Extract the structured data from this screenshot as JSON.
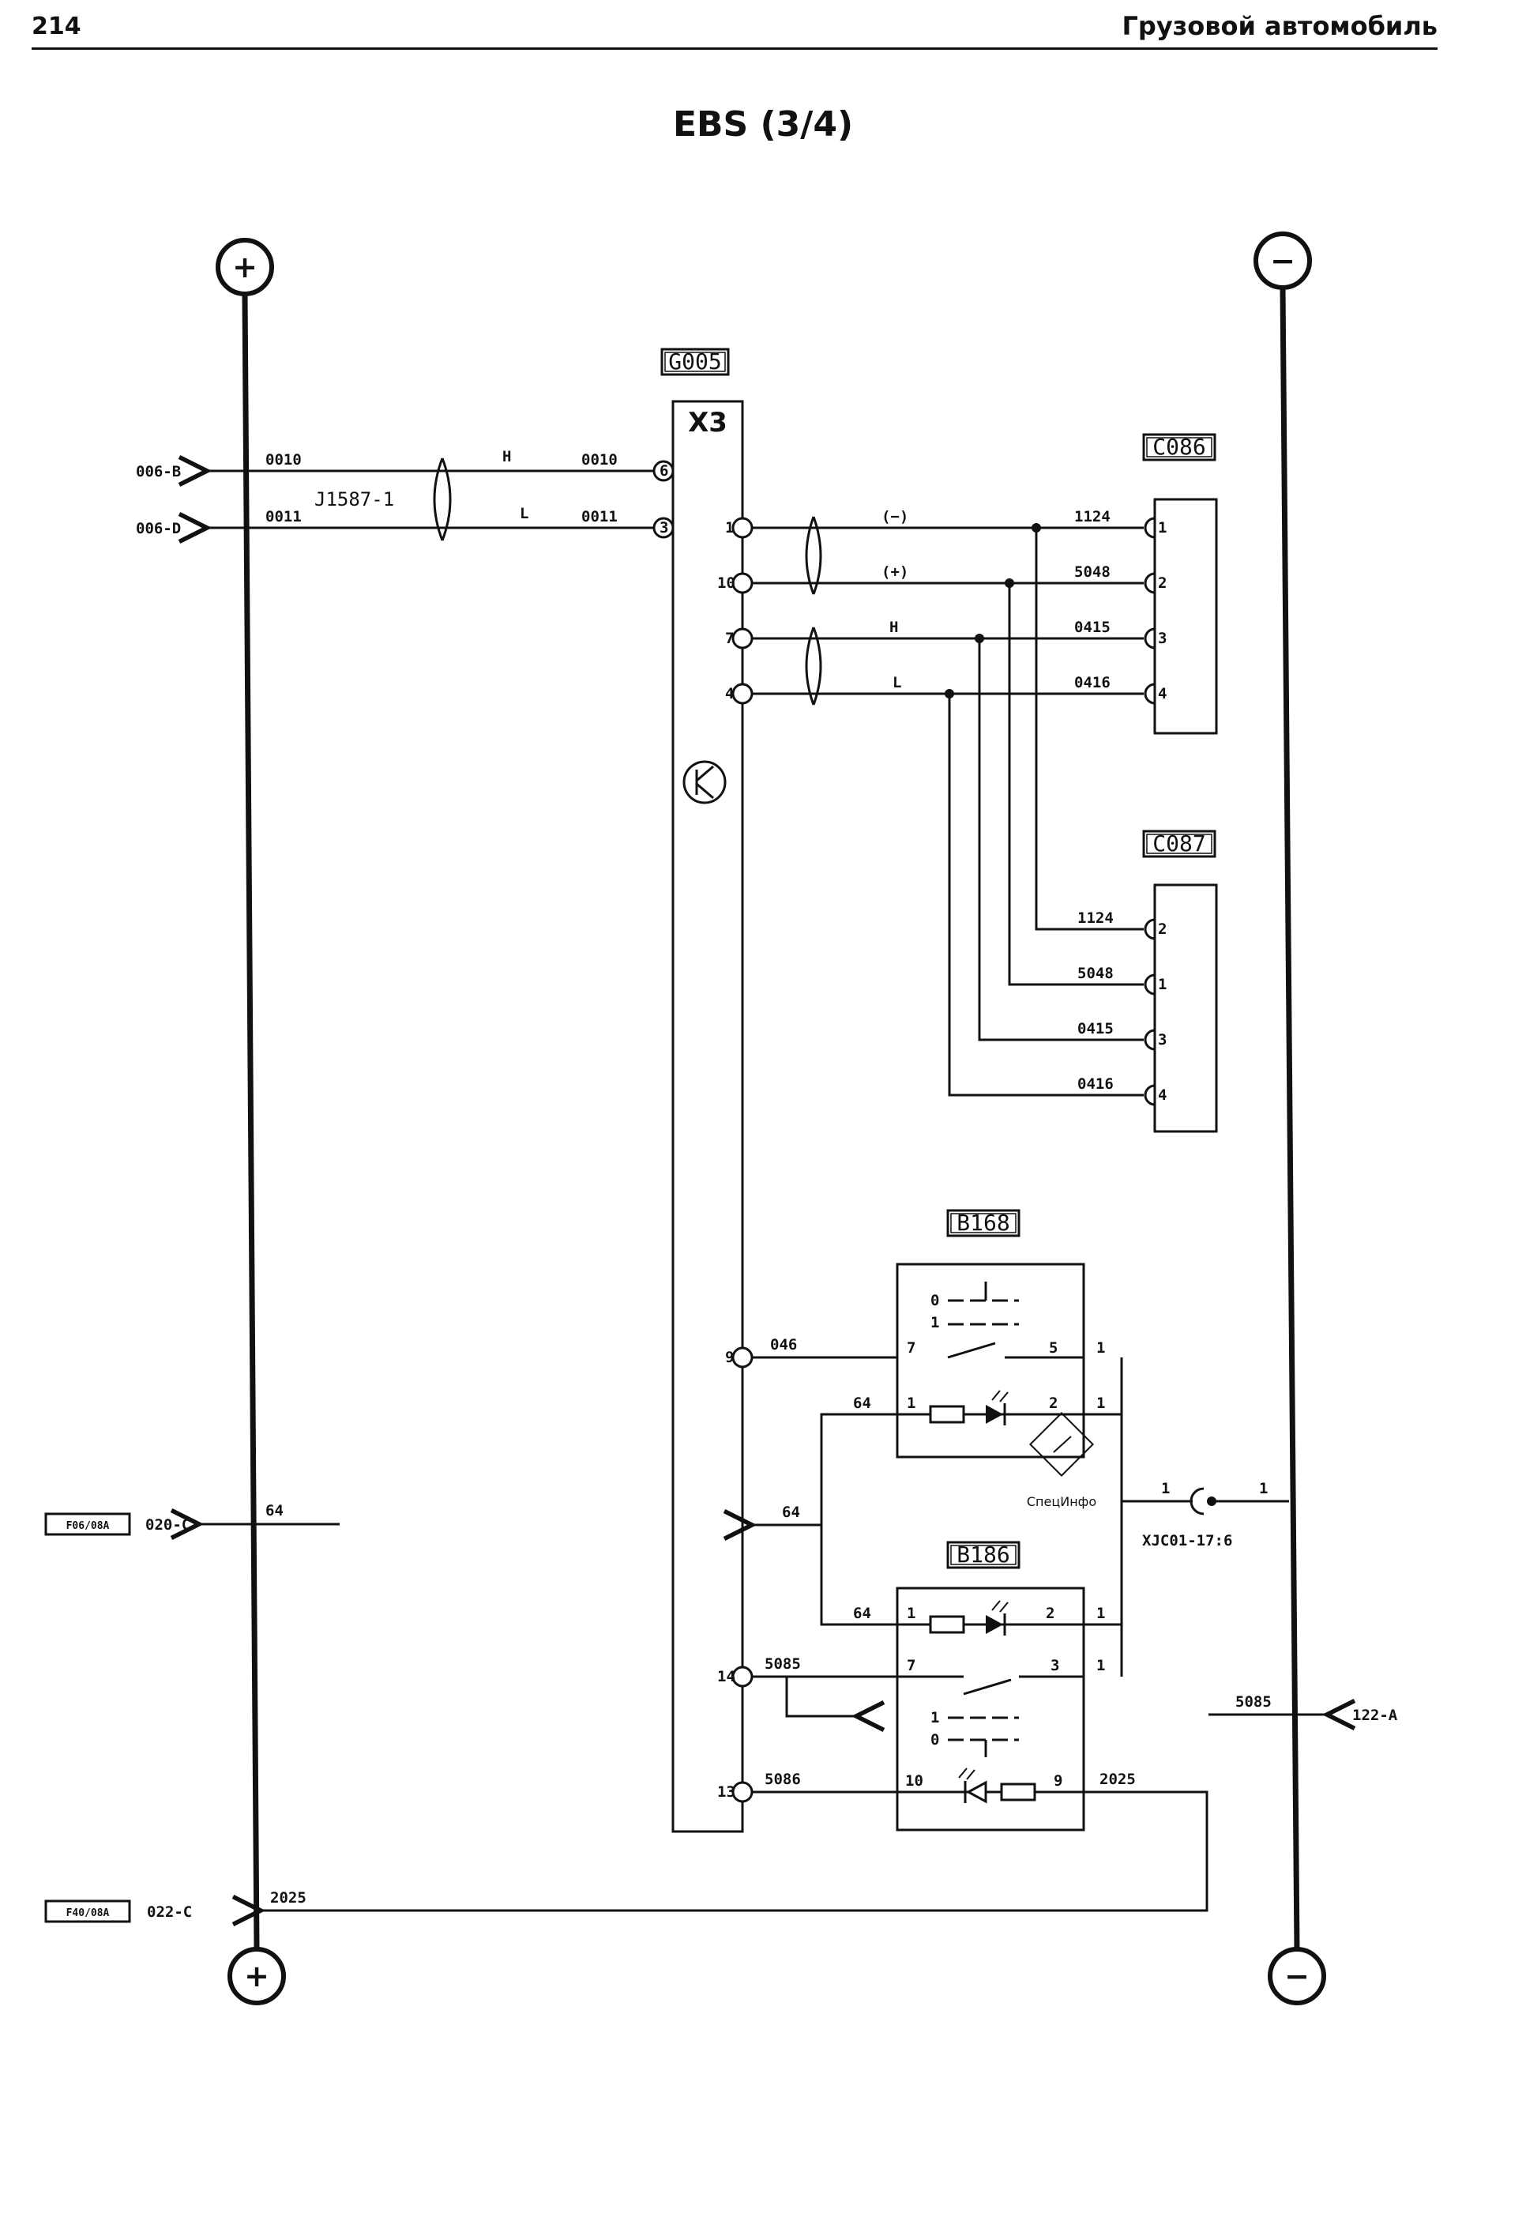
{
  "header": {
    "page_number": "214",
    "book_title": "Грузовой автомобиль"
  },
  "title": "EBS (3/4)",
  "bus": {
    "positive": "+",
    "negative": "−"
  },
  "module": {
    "ref": "G005",
    "connector": "X3"
  },
  "can_network": {
    "label": "J1587-1",
    "wires": [
      {
        "dest": "006-B",
        "wire_left": "0010",
        "line": "H",
        "wire_right": "0010",
        "pin": "6"
      },
      {
        "dest": "006-D",
        "wire_left": "0011",
        "line": "L",
        "wire_right": "0011",
        "pin": "3"
      }
    ]
  },
  "x3_outputs": [
    {
      "pin": "1",
      "signal": "(−)",
      "wire": "1124"
    },
    {
      "pin": "10",
      "signal": "(+)",
      "wire": "5048"
    },
    {
      "pin": "7",
      "signal": "H",
      "wire": "0415"
    },
    {
      "pin": "4",
      "signal": "L",
      "wire": "0416"
    }
  ],
  "connector_c086": {
    "ref": "C086",
    "pins": [
      "1",
      "2",
      "3",
      "4"
    ],
    "wires": [
      "1124",
      "5048",
      "0415",
      "0416"
    ]
  },
  "connector_c087": {
    "ref": "C087",
    "pins": [
      "2",
      "1",
      "3",
      "4"
    ],
    "wires": [
      "1124",
      "5048",
      "0415",
      "0416"
    ]
  },
  "switch_b168": {
    "ref": "B168",
    "positions": [
      "0",
      "1"
    ],
    "wire_in": "046",
    "x3_pin": "9",
    "pins": {
      "p7": "7",
      "p5": "5",
      "p1": "1",
      "p2": "2",
      "r1": "1",
      "r1b": "1"
    },
    "lamp_wire": "64"
  },
  "switch_b186": {
    "ref": "B186",
    "positions": [
      "1",
      "0"
    ],
    "pins": {
      "p1": "1",
      "p2": "2",
      "p7": "7",
      "p3": "3",
      "p10": "10",
      "p9": "9",
      "r1": "1",
      "r1b": "1"
    },
    "lamp_wire": "64",
    "wire_14": "5085",
    "x3_pin_14": "14",
    "wire_13": "5086",
    "x3_pin_13": "13",
    "wire_out": "2025"
  },
  "ground_connector": {
    "ref": "XJC01-17:6",
    "pin_a": "1",
    "pin_b": "1"
  },
  "left_refs": [
    {
      "box": "F06/08A",
      "dest": "020-C",
      "wire": "64"
    },
    {
      "box": "F40/08A",
      "dest": "022-C",
      "wire": "2025"
    }
  ],
  "right_ref": {
    "wire": "5085",
    "dest": "122-A"
  },
  "mid_arrow": {
    "wire": "64"
  },
  "watermark": "СпецИнфо"
}
